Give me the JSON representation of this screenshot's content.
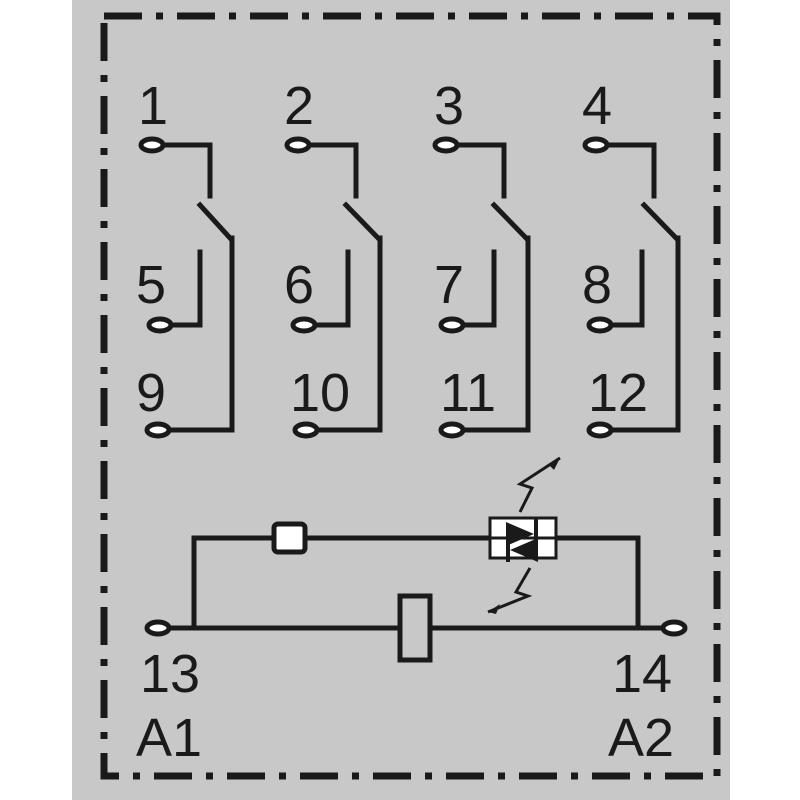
{
  "colors": {
    "background": "#c8c8c8",
    "line": "#1a1a1a",
    "terminal_fill": "#ffffff"
  },
  "contacts": [
    {
      "common": "1",
      "normally_closed": "5",
      "normally_open": "9"
    },
    {
      "common": "2",
      "normally_closed": "6",
      "normally_open": "10"
    },
    {
      "common": "3",
      "normally_closed": "7",
      "normally_open": "11"
    },
    {
      "common": "4",
      "normally_closed": "8",
      "normally_open": "12"
    }
  ],
  "coil": {
    "left_terminal": "13",
    "left_label": "A1",
    "right_terminal": "14",
    "right_label": "A2",
    "indicator": "led-icon"
  }
}
